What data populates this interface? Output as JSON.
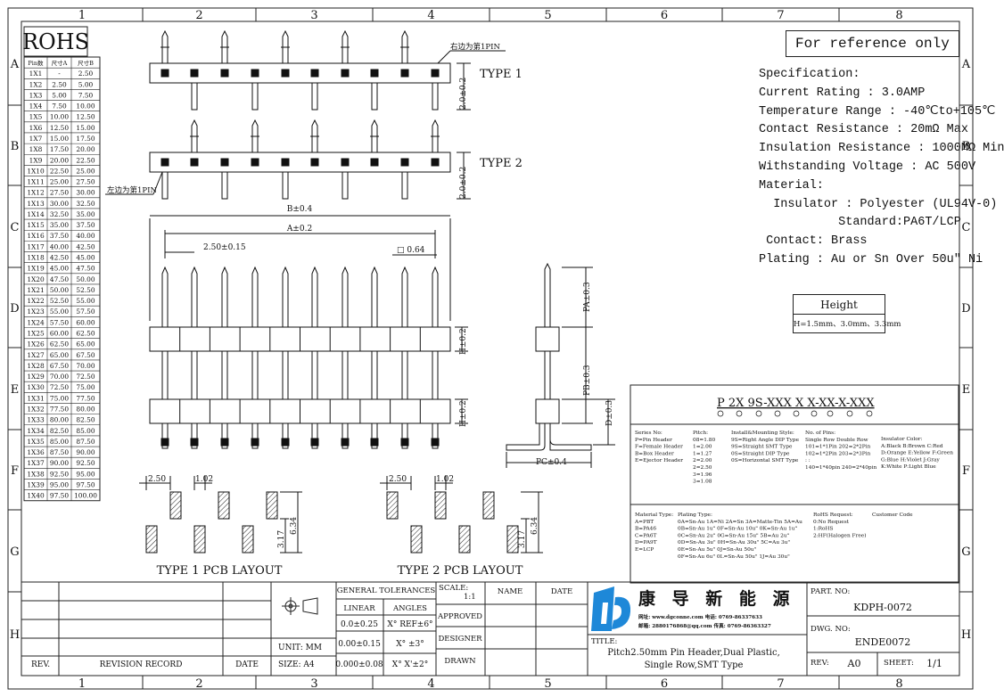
{
  "frame": {
    "col_labels": [
      "1",
      "2",
      "3",
      "4",
      "5",
      "6",
      "7",
      "8"
    ],
    "row_labels": [
      "A",
      "B",
      "C",
      "D",
      "E",
      "F",
      "G",
      "H"
    ]
  },
  "rohs": {
    "title": "ROHS",
    "headers": [
      "Pin数",
      "尺寸A",
      "尺寸B"
    ],
    "rows": [
      [
        "1X1",
        "-",
        "2.50"
      ],
      [
        "1X2",
        "2.50",
        "5.00"
      ],
      [
        "1X3",
        "5.00",
        "7.50"
      ],
      [
        "1X4",
        "7.50",
        "10.00"
      ],
      [
        "1X5",
        "10.00",
        "12.50"
      ],
      [
        "1X6",
        "12.50",
        "15.00"
      ],
      [
        "1X7",
        "15.00",
        "17.50"
      ],
      [
        "1X8",
        "17.50",
        "20.00"
      ],
      [
        "1X9",
        "20.00",
        "22.50"
      ],
      [
        "1X10",
        "22.50",
        "25.00"
      ],
      [
        "1X11",
        "25.00",
        "27.50"
      ],
      [
        "1X12",
        "27.50",
        "30.00"
      ],
      [
        "1X13",
        "30.00",
        "32.50"
      ],
      [
        "1X14",
        "32.50",
        "35.00"
      ],
      [
        "1X15",
        "35.00",
        "37.50"
      ],
      [
        "1X16",
        "37.50",
        "40.00"
      ],
      [
        "1X17",
        "40.00",
        "42.50"
      ],
      [
        "1X18",
        "42.50",
        "45.00"
      ],
      [
        "1X19",
        "45.00",
        "47.50"
      ],
      [
        "1X20",
        "47.50",
        "50.00"
      ],
      [
        "1X21",
        "50.00",
        "52.50"
      ],
      [
        "1X22",
        "52.50",
        "55.00"
      ],
      [
        "1X23",
        "55.00",
        "57.50"
      ],
      [
        "1X24",
        "57.50",
        "60.00"
      ],
      [
        "1X25",
        "60.00",
        "62.50"
      ],
      [
        "1X26",
        "62.50",
        "65.00"
      ],
      [
        "1X27",
        "65.00",
        "67.50"
      ],
      [
        "1X28",
        "67.50",
        "70.00"
      ],
      [
        "1X29",
        "70.00",
        "72.50"
      ],
      [
        "1X30",
        "72.50",
        "75.00"
      ],
      [
        "1X31",
        "75.00",
        "77.50"
      ],
      [
        "1X32",
        "77.50",
        "80.00"
      ],
      [
        "1X33",
        "80.00",
        "82.50"
      ],
      [
        "1X34",
        "82.50",
        "85.00"
      ],
      [
        "1X35",
        "85.00",
        "87.50"
      ],
      [
        "1X36",
        "87.50",
        "90.00"
      ],
      [
        "1X37",
        "90.00",
        "92.50"
      ],
      [
        "1X38",
        "92.50",
        "95.00"
      ],
      [
        "1X39",
        "95.00",
        "97.50"
      ],
      [
        "1X40",
        "97.50",
        "100.00"
      ]
    ]
  },
  "drawing": {
    "type1_label": "TYPE 1",
    "type2_label": "TYPE 2",
    "pin1_right": "右边为第1PIN",
    "pin1_left": "左边为第1PIN",
    "dim_20": "2.0±0.2",
    "dim_b": "B±0.4",
    "dim_a": "A±0.2",
    "dim_pitch": "2.50±0.15",
    "dim_pin": "□ 0.64",
    "dim_h1": "H±0.2",
    "dim_h2": "H±0.2",
    "dim_pa": "PA±0.3",
    "dim_pb": "PB±0.3",
    "dim_d": "D±0.3",
    "dim_pc": "PC±0.4",
    "pcb_250": "2.50",
    "pcb_102": "1.02",
    "pcb_317": "3.17",
    "pcb_634": "6.34",
    "type1_pcb": "TYPE 1 PCB LAYOUT",
    "type2_pcb": "TYPE 2 PCB LAYOUT"
  },
  "reference": "For reference only",
  "spec": [
    "Specification:",
    "Current Rating : 3.0AMP",
    "Temperature Range : -40℃to+105℃",
    "Contact Resistance : 20mΩ Max",
    "Insulation Resistance : 1000MΩ Min",
    "Withstanding Voltage : AC 500V",
    "Material:",
    "  Insulator : Polyester (UL94V-0)",
    "           Standard:PA6T/LCP",
    " Contact: Brass",
    "Plating : Au or Sn Over 50u\" Ni"
  ],
  "height": {
    "title": "Height",
    "value": "H=1.5mm、3.0mm、3.3mm"
  },
  "code": {
    "text": "P 2X 9S-XXX X X-XX-X-XXX",
    "series": [
      "Series No:",
      "P=Pin Header",
      "F=Female Header",
      "B=Box Header",
      "E=Ejector Header"
    ],
    "pitch": [
      "Pitch:",
      "08=1.80",
      "1=2.00",
      "1=1.27",
      "2=2.00",
      "2=2.50",
      "3=1.96",
      "3=1.08"
    ],
    "install": [
      "Install&Mounting Style:",
      "9S=Right Angle DIP Type",
      "9S=Straight SMT Type",
      "0S=Straight DIP Type",
      "0S=Horizontal SMT Type"
    ],
    "pins": [
      "No. of Pins:",
      "Single Row   Double Row",
      "101=1*1Pin  202=2*2Pin",
      "102=1*2Pin  203=2*3Pin",
      "   :           :",
      "140=1*40pin  240=2*40pin"
    ],
    "color": [
      "Insulator Color:",
      "A:Black  B:Brown  C:Red",
      "D:Orange E:Yellow F:Green",
      "G:Blue   H:Violet J:Gray",
      "K:White  P:Light Blue"
    ],
    "material": [
      "Material Type:",
      "A=PBT",
      "B=PA46",
      "C=PA6T",
      "D=PA9T",
      "E=LCP"
    ],
    "plating": [
      "Plating Type:",
      "0A=Sn-Au 1A=Ni 2A=Sn 3A=Matte-Tin 5A=Au",
      "0B=Sn-Au 1u\" 0F=Sn-Au 10u\"  0K=Sn-Au 1u\"",
      "0C=Sn-Au 2u\" 0G=Sn-Au 15u\"  5B=Au 2u\"",
      "0D=Sn-Au 3u\" 0H=Sn-Au 30u\"  5C=Au 3u\"",
      "0E=Sn-Au 5u\" 0J=Sn-Au 50u\"",
      "0F=Sn-Au 6u\" 0L=Sn-Au 50u\"  1J=Au 30u\""
    ],
    "rohs": [
      "RoHS Request:",
      "0:No Request",
      "1:RoHS",
      "2:HF(Halogen Free)"
    ],
    "customer": [
      "Customer Code"
    ]
  },
  "title_block": {
    "rev": "REV.",
    "revision_record": "REVISION RECORD",
    "date": "DATE",
    "unit": "UNIT: MM",
    "size": "SIZE: A4",
    "tolerances": "GENERAL TOLERANCES",
    "linear": "LINEAR",
    "angles": "ANGLES",
    "lin1": "0.0±0.25",
    "lin2": "0.00±0.15",
    "lin3": "0.000±0.08",
    "ang1": "X° REF±6°",
    "ang2": "X°  ±3°",
    "ang3": "X° X'±2°",
    "scale": "SCALE:",
    "scale_val": "1:1",
    "name": "NAME",
    "date2": "DATE",
    "approved": "APPROVED",
    "designer": "DESIGNER",
    "drawn": "DRAWN",
    "company": "康 导 新 能 源",
    "web": "网址: www.dgconne.com  电话: 0769-86337633",
    "email": "邮箱: 2880176868@qq.com 传真: 0769-86363327",
    "title_label": "TITLE:",
    "title1": "Pitch2.50mm Pin Header,Dual Plastic,",
    "title2": "Single Row,SMT Type",
    "part_label": "PART. NO:",
    "part_no": "KDPH-0072",
    "dwg_label": "DWG. NO:",
    "dwg_no": "ENDE0072",
    "rev_label": "REV:",
    "rev_val": "A0",
    "sheet_label": "SHEET:",
    "sheet_val": "1/1"
  }
}
